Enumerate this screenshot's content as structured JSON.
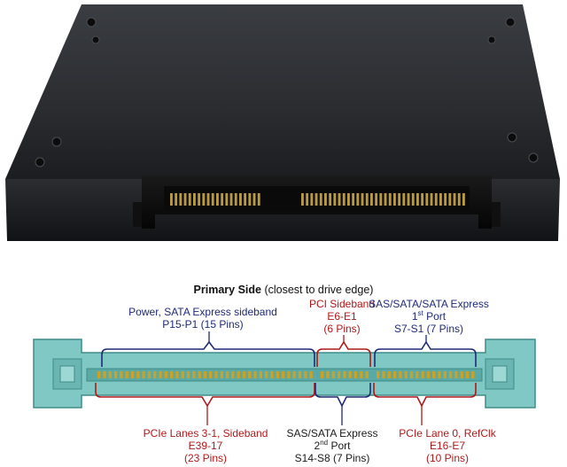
{
  "diagram": {
    "title_bold": "Primary Side",
    "title_rest": "(closest to drive edge)",
    "groups": [
      {
        "lines": [
          "Power, SATA Express sideband",
          "P15-P1 (15 Pins)"
        ]
      },
      {
        "lines": [
          "PCI Sideband",
          "E6-E1",
          "(6 Pins)"
        ]
      },
      {
        "lines": [
          "SAS/SATA/SATA Express",
          "Port",
          "S7-S1 (7 Pins)"
        ],
        "port_ordinal": "1",
        "port_sup": "st"
      },
      {
        "lines": [
          "PCIe Lanes 3-1, Sideband",
          "E39-17",
          "(23 Pins)"
        ]
      },
      {
        "lines": [
          "SAS/SATA Express",
          "Port",
          "S14-S8 (7 Pins)"
        ],
        "port_ordinal": "2",
        "port_sup": "nd"
      },
      {
        "lines": [
          "PCIe Lane 0, RefClk",
          "E16-E7",
          "(10 Pins)"
        ]
      }
    ],
    "colors": {
      "navy": "#1e2a78",
      "red": "#b01818",
      "connector_body": "#7fc8c4",
      "pin_gold": "#c9a227"
    }
  }
}
